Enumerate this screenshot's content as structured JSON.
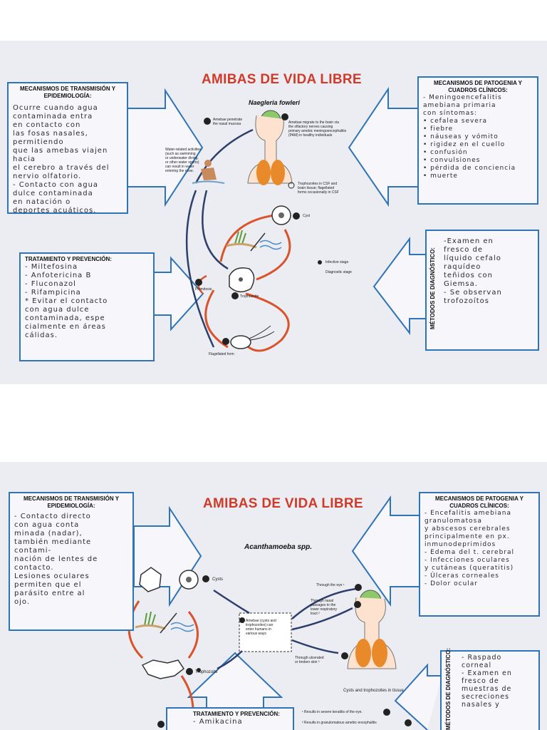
{
  "colors": {
    "accent_red": "#cf3b2a",
    "box_blue": "#2f73b8",
    "arrow_navy": "#2d3f6b",
    "cycle_orange": "#d9542b"
  },
  "page1": {
    "title": "AMIBAS DE VIDA LIBRE",
    "species": "Naegleria fowleri",
    "transmission": {
      "heading": "MECANISMOS DE TRANSMISIÓN Y EPIDEMIOLOGÍA:",
      "text": "Ocurre cuando agua\ncontaminada entra\nen contacto con\nlas fosas nasales, permitiendo\nque las amebas viajen hacia\nel cerebro a través del\nnervio olfatorio.\n- Contacto con agua\ndulce contaminada\nen natación o\ndeportes acuáticos."
    },
    "pathogenesis": {
      "heading": "MECANISMOS DE PATOGENIA Y CUADROS CLÍNICOS:",
      "text": "- Meningoencefalitis\namebiana primaria\ncon síntomas:\n• cefalea severa\n• fiebre\n• náuseas y vómito\n• rigidez en el cuello\n• confusión\n• convulsiones\n• pérdida de conciencia\n• muerte"
    },
    "treatment": {
      "heading": "TRATAMIENTO Y PREVENCIÓN:",
      "text": "- Miltefosina\n- Anfotericina B\n- Fluconazol\n- Rifampicina\n* Evitar el contacto\ncon agua dulce\ncontaminada, espe\ncialmente en áreas\ncálidas."
    },
    "diagnosis": {
      "heading": "MÉTODOS DE DIAGNÓSTICO:",
      "text": "-Examen en\nfresco de\nlíquido cefalo\nraquídeo\nteñidos con\nGiemsa.\n- Se observan\ntrofozoítos"
    },
    "diagram": {
      "step5_num": "5",
      "step5": "Amebae penetrate\nthe nasal mucosa",
      "step6_num": "6",
      "step6": "Amebae migrate to the brain via\nthe olfactory nerves causing\nprimary amebic meningoencephalitis\n(PAM) in healthy individuals",
      "water": "Water-related activities\n(such as swimming\nor underwater diving,\nor other water sports)\ncan result in water\nentering the nose.",
      "tropho_csf": "Trophozoites in CSF and\nbrain tissue; flagellated\nforms occasionally in CSF",
      "cyst_num": "1",
      "cyst": "Cyst",
      "infective": "Infective stage",
      "diagnostic": "Diagnostic stage",
      "promitosis_num": "4",
      "promitosis": "Promitosis",
      "tropho_num": "2",
      "tropho": "Trophozoite",
      "flag_num": "3",
      "flag": "Flagellated form"
    }
  },
  "page2": {
    "title": "AMIBAS DE VIDA LIBRE",
    "species": "Acanthamoeba spp.",
    "transmission": {
      "heading": "MECANISMOS DE TRANSMISIÓN Y EPIDEMIOLOGÍA:",
      "text": "- Contacto directo\ncon agua conta\nminada (nadar),\ntambién mediante contami-\nnación de lentes de\ncontacto.\nLesiones oculares\npermiten que el\nparásito entre al\nojo."
    },
    "pathogenesis": {
      "heading": "MECANISMOS DE PATOGENIA Y CUADROS CLÍNICOS:",
      "text": "- Encefalitis amebiana\ngranulomatosa\ny abscesos cerebrales\nprincipalmente en px.\ninmunodeprimidos\n- Edema del t. cerebral\n- Infecciones oculares\ny cutáneas (queratitis)\n- Úlceras corneales\n- Dolor ocular"
    },
    "treatment": {
      "heading": "TRATAMIENTO Y PREVENCIÓN:",
      "text": "- Amikacina"
    },
    "diagnosis": {
      "heading": "MÉTODOS DE DIAGNÓSTICO:",
      "text": "- Raspado\ncorneal\n- Examen en\nfresco de\nmuestras de\nsecreciones\nnasales y"
    },
    "diagram": {
      "cysts_num": "1",
      "cysts": "Cysts",
      "tropho_num": "2",
      "tropho": "Trophozoite",
      "amebae_num": "4",
      "amebae": "Amebae (cysts and\ntrophozoites) can\nenter humans in\nvarious ways",
      "eye": "Through the eye ¹",
      "eye_num": "5",
      "nasal": "Through nasal\npassages to the\nlower respiratory\ntract ²",
      "nasal_num": "6",
      "skin": "Through ulcerated\nor broken skin ³",
      "skin_num": "7",
      "tissue": "Cysts and trophozoites in tissue",
      "result1": "¹ Results in severe keratitis of the eye.",
      "result1_num": "8",
      "result2": "² Results in granulomatous amebic encephalitis",
      "result2_num": "9",
      "step3_num": "3"
    }
  }
}
